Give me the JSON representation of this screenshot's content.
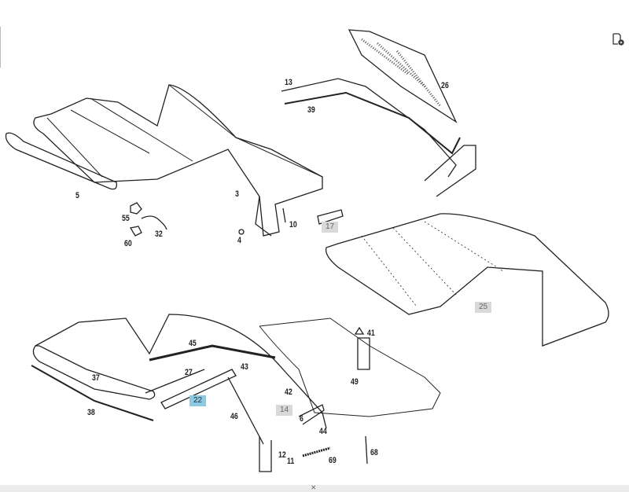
{
  "diagram": {
    "labels": {
      "l5": "5",
      "l3": "3",
      "l55": "55",
      "l32": "32",
      "l60": "60",
      "l4": "4",
      "l10": "10",
      "l13": "13",
      "l39": "39",
      "l26": "26",
      "l37": "37",
      "l38": "38",
      "l27": "27",
      "l45": "45",
      "l43": "43",
      "l42": "42",
      "l46": "46",
      "l6": "6",
      "l44": "44",
      "l12": "12",
      "l11": "11",
      "l69": "69",
      "l68": "68",
      "l41": "41",
      "l49": "49"
    },
    "boxed": {
      "b17": "17",
      "b25": "25",
      "b14": "14",
      "b22": "22"
    },
    "selected_part": "22",
    "colors": {
      "selected": "#8ec9e2",
      "hotspot": "#d9d9d9"
    }
  },
  "footer": {
    "collapse_icon": "chevron-down-icon"
  }
}
